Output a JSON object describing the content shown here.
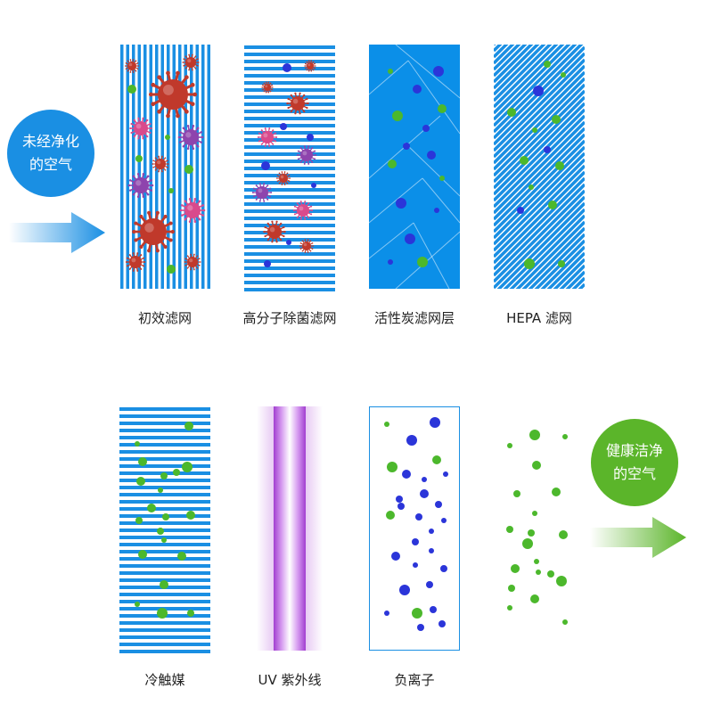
{
  "badges": {
    "input": {
      "line1": "未经净化",
      "line2": "的空气",
      "color": "#1a8fe3"
    },
    "output": {
      "line1": "健康洁净",
      "line2": "的空气",
      "color": "#5bb52a"
    }
  },
  "stages": [
    {
      "label": "初效滤网"
    },
    {
      "label": "高分子除菌滤网"
    },
    {
      "label": "活性炭滤网层"
    },
    {
      "label": "HEPA 滤网"
    },
    {
      "label": "冷触媒"
    },
    {
      "label": "UV 紫外线"
    },
    {
      "label": "负离子"
    }
  ],
  "colors": {
    "stripe": "#1a8fe3",
    "carbon": "#0b8fe8",
    "blue_particle": "#2b35d9",
    "green_particle": "#4cb82c",
    "uv": "#b14fd8",
    "arrow_blue": "#1a8fe3",
    "arrow_green": "#5bb52a",
    "virus_red": "#c0392b",
    "virus_pink": "#d94a8c",
    "virus_purple": "#8e44ad"
  },
  "icons": [
    "input-arrow-icon",
    "output-arrow-icon",
    "virus-icon"
  ]
}
